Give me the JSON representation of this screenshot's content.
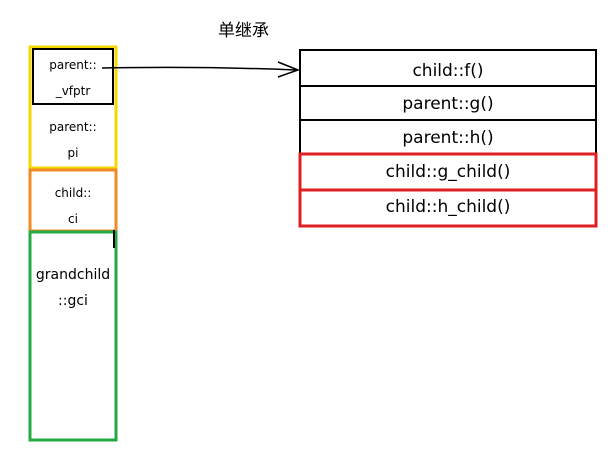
{
  "title": "单继承",
  "object_layout": {
    "parent_vfptr": [
      "parent::",
      "_vfptr"
    ],
    "parent_pi": [
      "parent::",
      "pi"
    ],
    "child_ci": [
      "child::",
      "ci"
    ],
    "grandchild_gci": [
      "grandchild",
      "::gci"
    ]
  },
  "vtable": {
    "entries": [
      "child::f()",
      "parent::g()",
      "parent::h()",
      "child::g_child()",
      "child::h_child()"
    ]
  },
  "colors": {
    "parent": "#f5d800",
    "child": "#f08a24",
    "grandchild": "#22aa44",
    "child_vtable": "#e02020",
    "default": "#000000"
  }
}
